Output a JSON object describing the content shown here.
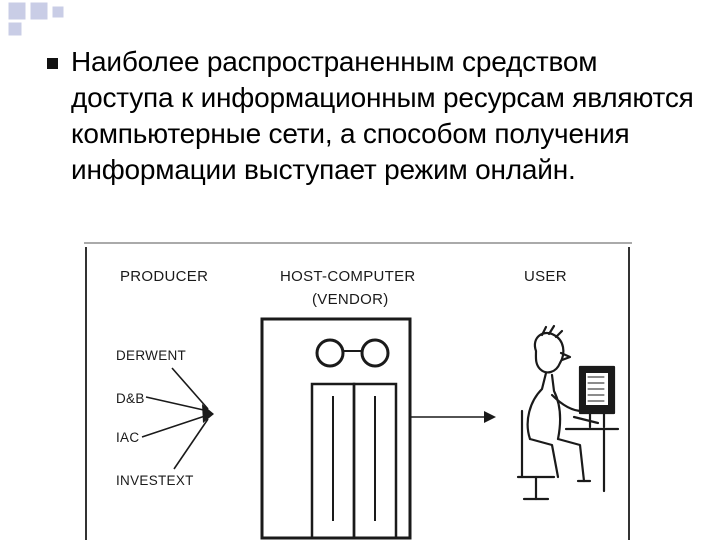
{
  "slide": {
    "bullet_text": "Наиболее распространенным средством доступа к информационным ресурсам являются компьютерные сети, а способом получения информации выступает режим онлайн."
  },
  "figure": {
    "headers": {
      "producer": "PRODUCER",
      "host_line1": "HOST-COMPUTER",
      "host_line2": "(VENDOR)",
      "user": "USER"
    },
    "sources": [
      "DERWENT",
      "D&B",
      "IAC",
      "INVESTEXT"
    ],
    "colors": {
      "ink": "#1a1a1a",
      "deco_square": "#c9cde6"
    }
  }
}
